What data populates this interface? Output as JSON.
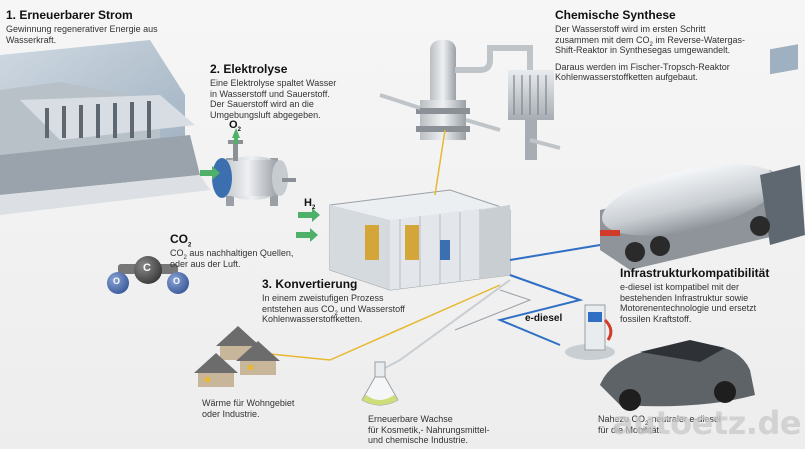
{
  "s1": {
    "title": "1. Erneuerbarer Strom",
    "desc": [
      "Gewinnung regenerativer Energie aus",
      "Wasserkraft."
    ]
  },
  "s2": {
    "title": "2. Elektrolyse",
    "desc": [
      "Eine Elektrolyse spaltet Wasser",
      "in Wasserstoff und Sauerstoff.",
      "Der Sauerstoff wird an die",
      "Umgebungsluft abgegeben."
    ]
  },
  "o2": {
    "base": "O",
    "sub": "2"
  },
  "h2": {
    "base": "H",
    "sub": "2"
  },
  "co2": {
    "base": "CO",
    "sub": "2",
    "desc1_pre": "CO",
    "desc1_sub": "2",
    "desc1_post": " aus nachhaltigen Quellen,",
    "desc2": "oder aus der Luft."
  },
  "molecule": {
    "left": "O",
    "center": "C",
    "right": "O"
  },
  "s3": {
    "title": "3. Konvertierung",
    "desc1": "In einem zweistufigen Prozess",
    "desc2_pre": "entstehen aus CO",
    "desc2_sub": "2",
    "desc2_post": " und Wasserstoff",
    "desc3": "Kohlenwasserstoffketten."
  },
  "synth": {
    "title": "Chemische Synthese",
    "l1": "Der Wasserstoff wird im ersten Schritt",
    "l2_pre": "zusammen mit dem CO",
    "l2_sub": "2",
    "l2_post": " im Reverse-Watergas-",
    "l3": "Shift-Reaktor in Synthesegas umgewandelt.",
    "l4": "Daraus werden im Fischer-Tropsch-Reaktor",
    "l5": "Kohlenwasserstoffketten aufgebaut."
  },
  "infra": {
    "title": "Infrastrukturkompatibilität",
    "desc": [
      "e-diesel ist kompatibel mit der",
      "bestehenden Infrastruktur sowie",
      "Motorenentechnologie und ersetzt",
      "fossilen Kraftstoff."
    ]
  },
  "ediesel": {
    "label": "e-diesel"
  },
  "heat": {
    "desc": [
      "Wärme für Wohngebiet",
      "oder Industrie."
    ]
  },
  "wax": {
    "desc": [
      "Erneuerbare Wachse",
      "für Kosmetik,- Nahrungsmittel-",
      "und chemische Industrie."
    ]
  },
  "car": {
    "l1_pre": "Nahezu CO",
    "l1_sub": "2",
    "l1_post": "-neutraler e-diesel",
    "l2": "für die Mobilität."
  },
  "watermark": {
    "text": "autoetz.de"
  },
  "colors": {
    "blue": "#2f6fc4",
    "yellow": "#e8b830",
    "green": "#4fb06a",
    "grey": "#8a8f94"
  }
}
